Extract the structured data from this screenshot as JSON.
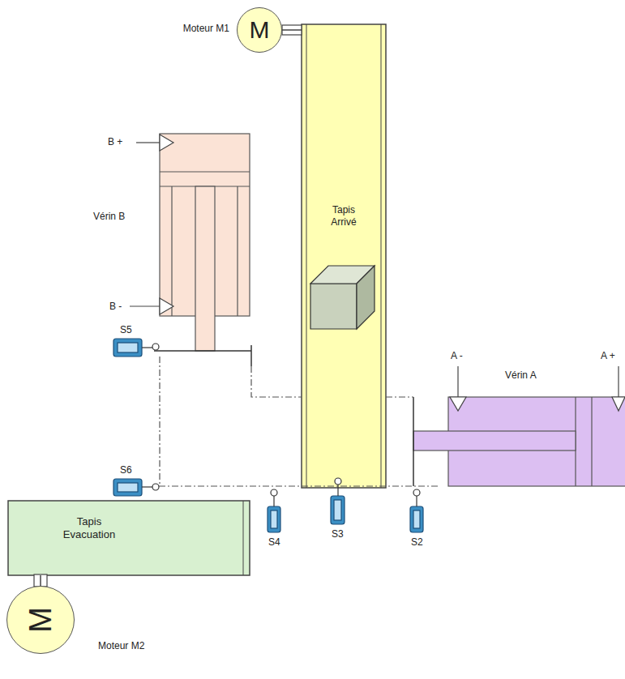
{
  "diagram": {
    "nodes": [
      {
        "text": [
          "Moteur M1",
          "M"
        ]
      },
      {
        "text": [
          "Vérin B"
        ]
      },
      {
        "text": [
          "Tapis Arrivé"
        ]
      },
      {
        "text": [
          "Vérin A"
        ]
      },
      {
        "text": [
          "Tapis Evacuation"
        ]
      },
      {
        "text": [
          "M",
          "Moteur M2"
        ]
      }
    ],
    "edges": [
      {
        "from": 0,
        "to": 2,
        "arrow": "none"
      },
      {
        "from": 5,
        "to": 4,
        "arrow": "none"
      }
    ],
    "labels": [
      "B +",
      "B -",
      "S5",
      "A -",
      "A +",
      "S6",
      "S4",
      "S3",
      "S2"
    ]
  }
}
